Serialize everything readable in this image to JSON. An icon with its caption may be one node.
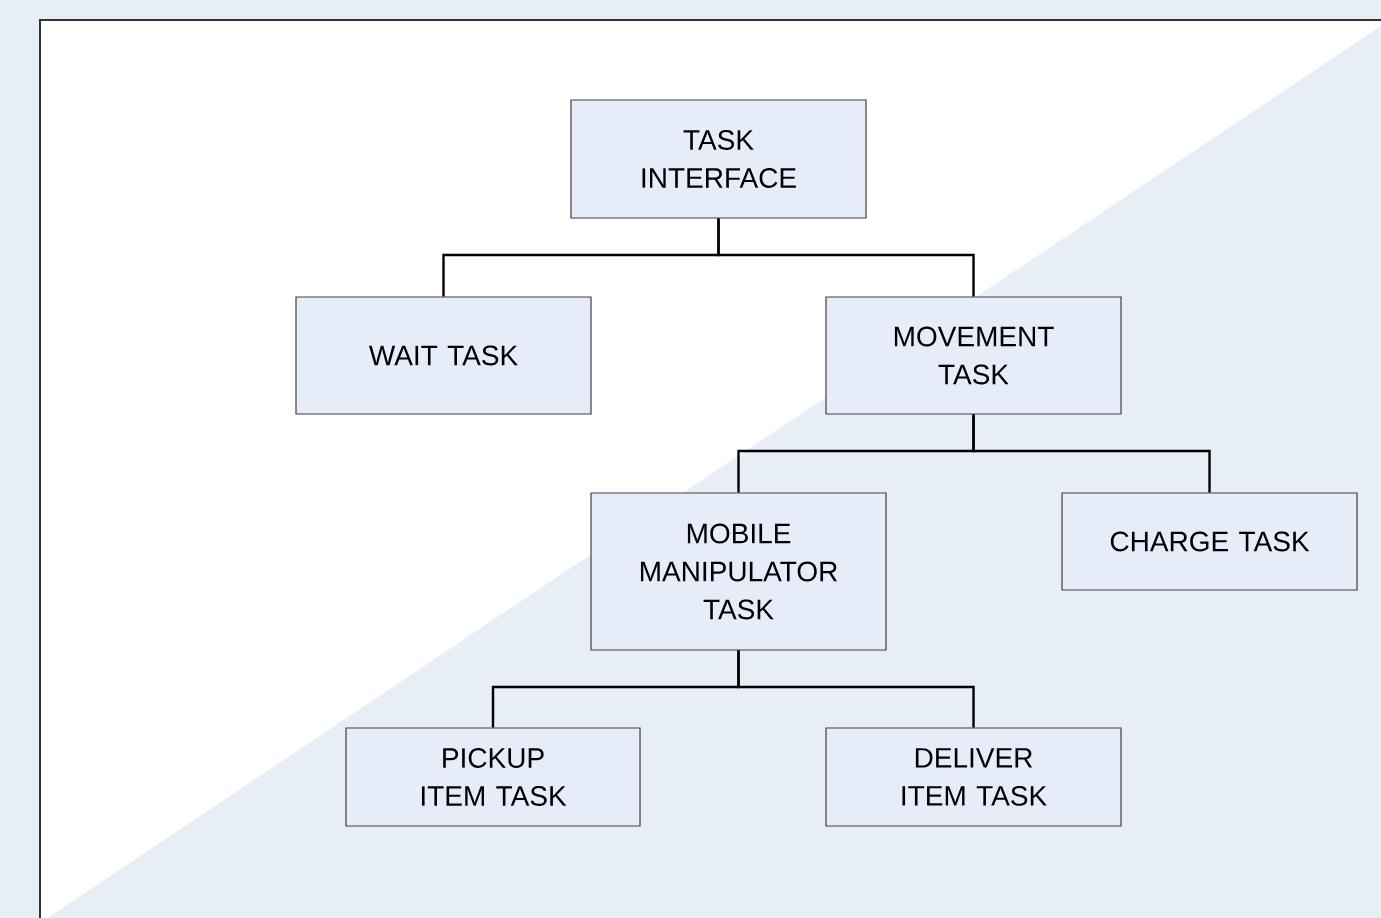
{
  "diagram": {
    "nodes": [
      {
        "text": [
          "TASK INTERFACE"
        ]
      },
      {
        "text": [
          "WAIT TASK"
        ]
      },
      {
        "text": [
          "MOVEMENT TASK"
        ]
      },
      {
        "text": [
          "MOBILE MANIPULATOR TASK"
        ]
      },
      {
        "text": [
          "CHARGE TASK"
        ]
      },
      {
        "text": [
          "PICKUP ITEM TASK"
        ]
      },
      {
        "text": [
          "DELIVER ITEM TASK"
        ]
      }
    ],
    "edges": [
      {
        "from": 0,
        "to": 1,
        "arrow": "none"
      },
      {
        "from": 0,
        "to": 2,
        "arrow": "none"
      },
      {
        "from": 2,
        "to": 3,
        "arrow": "none"
      },
      {
        "from": 2,
        "to": 4,
        "arrow": "none"
      },
      {
        "from": 3,
        "to": 5,
        "arrow": "none"
      },
      {
        "from": 3,
        "to": 6,
        "arrow": "none"
      }
    ]
  }
}
